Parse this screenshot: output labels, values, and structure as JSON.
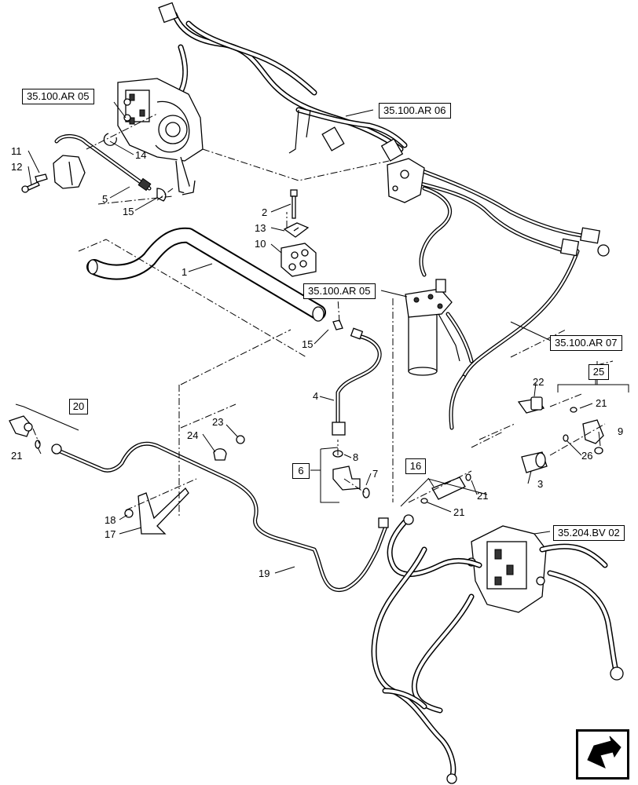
{
  "references": [
    {
      "id": "ref-a",
      "label": "35.100.AR 05"
    },
    {
      "id": "ref-b",
      "label": "35.100.AR 06"
    },
    {
      "id": "ref-c",
      "label": "35.100.AR 05"
    },
    {
      "id": "ref-d",
      "label": "35.100.AR 07"
    },
    {
      "id": "ref-e",
      "label": "35.204.BV 02"
    }
  ],
  "groups": [
    "20",
    "6",
    "16",
    "25"
  ],
  "items": [
    "11",
    "12",
    "14",
    "5",
    "15",
    "2",
    "13",
    "10",
    "1",
    "15",
    "4",
    "8",
    "7",
    "22",
    "21",
    "9",
    "26",
    "3",
    "21",
    "21",
    "23",
    "24",
    "18",
    "17",
    "21",
    "19"
  ],
  "navigation": {
    "icon": "next-page-arrow-icon"
  }
}
